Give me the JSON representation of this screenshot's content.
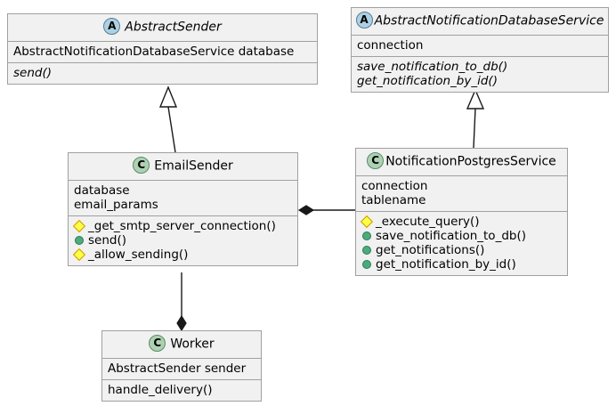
{
  "diagram": {
    "type": "uml-class-diagram",
    "classes": [
      {
        "id": "abstract-sender",
        "name": "AbstractSender",
        "stereotype": "A",
        "stereotype_label": "abstract-class-icon",
        "abstract": true,
        "attributes": [
          {
            "text": "AbstractNotificationDatabaseService database",
            "visibility": "none",
            "italic": false
          }
        ],
        "methods": [
          {
            "text": "send()",
            "visibility": "none",
            "italic": true
          }
        ]
      },
      {
        "id": "abstract-notification-database-service",
        "name": "AbstractNotificationDatabaseService",
        "stereotype": "A",
        "stereotype_label": "abstract-class-icon",
        "abstract": true,
        "attributes": [
          {
            "text": "connection",
            "visibility": "none",
            "italic": false
          }
        ],
        "methods": [
          {
            "text": "save_notification_to_db()",
            "visibility": "none",
            "italic": true
          },
          {
            "text": "get_notification_by_id()",
            "visibility": "none",
            "italic": true
          }
        ]
      },
      {
        "id": "email-sender",
        "name": "EmailSender",
        "stereotype": "C",
        "stereotype_label": "concrete-class-icon",
        "abstract": false,
        "attributes": [
          {
            "text": "database",
            "visibility": "none",
            "italic": false
          },
          {
            "text": "email_params",
            "visibility": "none",
            "italic": false
          }
        ],
        "methods": [
          {
            "text": "_get_smtp_server_connection()",
            "visibility": "private",
            "italic": false
          },
          {
            "text": "send()",
            "visibility": "public",
            "italic": false
          },
          {
            "text": "_allow_sending()",
            "visibility": "private",
            "italic": false
          }
        ]
      },
      {
        "id": "notification-postgres-service",
        "name": "NotificationPostgresService",
        "stereotype": "C",
        "stereotype_label": "concrete-class-icon",
        "abstract": false,
        "attributes": [
          {
            "text": "connection",
            "visibility": "none",
            "italic": false
          },
          {
            "text": "tablename",
            "visibility": "none",
            "italic": false
          }
        ],
        "methods": [
          {
            "text": "_execute_query()",
            "visibility": "private",
            "italic": false
          },
          {
            "text": "save_notification_to_db()",
            "visibility": "public",
            "italic": false
          },
          {
            "text": "get_notifications()",
            "visibility": "public",
            "italic": false
          },
          {
            "text": "get_notification_by_id()",
            "visibility": "public",
            "italic": false
          }
        ]
      },
      {
        "id": "worker",
        "name": "Worker",
        "stereotype": "C",
        "stereotype_label": "concrete-class-icon",
        "abstract": false,
        "attributes": [
          {
            "text": "AbstractSender sender",
            "visibility": "none",
            "italic": false
          }
        ],
        "methods": [
          {
            "text": "handle_delivery()",
            "visibility": "none",
            "italic": false
          }
        ]
      }
    ],
    "relations": [
      {
        "id": "rel-emailsender-extends-abstractsender",
        "from": "email-sender",
        "to": "abstract-sender",
        "kind": "generalization",
        "marker": "hollow-triangle"
      },
      {
        "id": "rel-postgres-extends-abstractdb",
        "from": "notification-postgres-service",
        "to": "abstract-notification-database-service",
        "kind": "generalization",
        "marker": "hollow-triangle"
      },
      {
        "id": "rel-emailsender-composes-postgres",
        "from": "email-sender",
        "to": "notification-postgres-service",
        "kind": "composition",
        "marker": "filled-diamond"
      },
      {
        "id": "rel-worker-composes-emailsender",
        "from": "worker",
        "to": "email-sender",
        "kind": "composition",
        "marker": "filled-diamond"
      }
    ],
    "colors": {
      "class_fill": "#f1f1f1",
      "class_border": "#a0a0a0",
      "abstract_icon_fill": "#add1e4",
      "class_icon_fill": "#add1b2",
      "private_marker": "#ffff44",
      "public_marker": "#4cab7b",
      "line": "#191919",
      "background": "#ffffff"
    }
  }
}
